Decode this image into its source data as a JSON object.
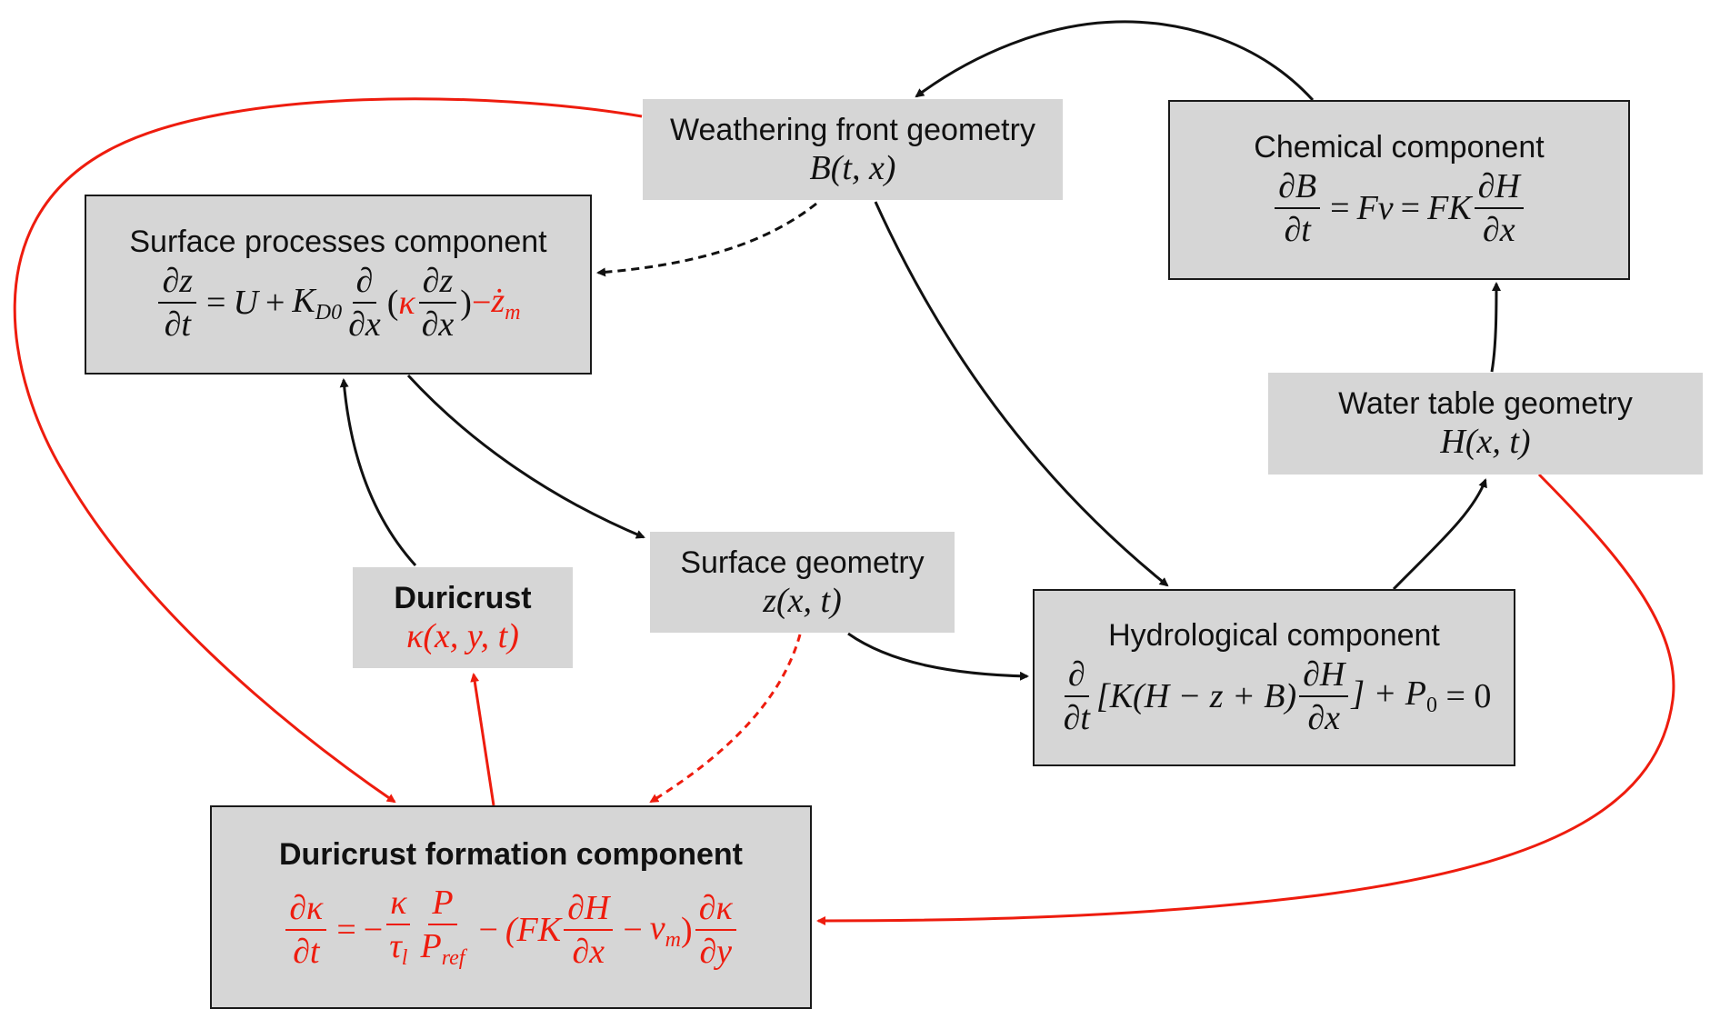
{
  "diagram": {
    "colors": {
      "box_fill": "#d6d6d6",
      "black": "#111111",
      "red": "#ee1c0e"
    },
    "nodes": {
      "weathering": {
        "title": "Weathering front geometry",
        "math": "B(t, x)"
      },
      "chemical": {
        "title": "Chemical component",
        "eq": {
          "lhs_num": "∂B",
          "lhs_den": "∂t",
          "eq1": "=",
          "mid": "Fv",
          "eq2": "=",
          "coef": "FK",
          "rhs_num": "∂H",
          "rhs_den": "∂x"
        }
      },
      "surface_processes": {
        "title": "Surface processes component",
        "eq": {
          "lhs_num": "∂z",
          "lhs_den": "∂t",
          "eq": "=",
          "u": "U",
          "plus": "+",
          "k": "K",
          "k_sub": "D0",
          "d_num": "∂",
          "d_den": "∂x",
          "open": "(",
          "kappa": "κ",
          "in_num": "∂z",
          "in_den": "∂x",
          "close": ")",
          "minus": "−",
          "zdot": "ż",
          "zdot_sub": "m"
        }
      },
      "water_table": {
        "title": "Water table geometry",
        "math": "H(x, t)"
      },
      "duricrust": {
        "title": "Duricrust",
        "math": "κ(x, y, t)"
      },
      "surface_geometry": {
        "title": "Surface geometry",
        "math": "z(x, t)"
      },
      "hydrological": {
        "title": "Hydrological component",
        "eq": {
          "d_num": "∂",
          "d_den": "∂t",
          "body": "[K(H − z + B)",
          "h_num": "∂H",
          "h_den": "∂x",
          "tail": "] + P",
          "p_sub": "0",
          "end": " = 0"
        }
      },
      "duricrust_formation": {
        "title": "Duricrust formation component",
        "eq": {
          "lhs_num": "∂κ",
          "lhs_den": "∂t",
          "eq": "=",
          "neg": "−",
          "k_num": "κ",
          "k_den": "τ",
          "k_den_sub": "l",
          "p_num": "P",
          "p_den": "P",
          "p_den_sub": "ref",
          "minus": "−",
          "open": "(FK",
          "h_num": "∂H",
          "h_den": "∂x",
          "minus2": "−",
          "v": "v",
          "v_sub": "m",
          "close": ")",
          "r_num": "∂κ",
          "r_den": "∂y"
        }
      }
    },
    "edges": [
      {
        "from": "chemical",
        "to": "weathering",
        "style": "solid",
        "color": "black"
      },
      {
        "from": "weathering",
        "to": "surface_processes",
        "style": "dashed",
        "color": "black"
      },
      {
        "from": "weathering",
        "to": "hydrological",
        "style": "solid",
        "color": "black"
      },
      {
        "from": "weathering",
        "to": "duricrust_formation",
        "style": "solid",
        "color": "red"
      },
      {
        "from": "water_table",
        "to": "chemical",
        "style": "solid",
        "color": "black"
      },
      {
        "from": "hydrological",
        "to": "water_table",
        "style": "solid",
        "color": "black"
      },
      {
        "from": "water_table",
        "to": "duricrust_formation",
        "style": "solid",
        "color": "red"
      },
      {
        "from": "surface_processes",
        "to": "surface_geometry",
        "style": "solid",
        "color": "black"
      },
      {
        "from": "duricrust",
        "to": "surface_processes",
        "style": "solid",
        "color": "black"
      },
      {
        "from": "surface_geometry",
        "to": "hydrological",
        "style": "solid",
        "color": "black"
      },
      {
        "from": "surface_geometry",
        "to": "duricrust_formation",
        "style": "dashed",
        "color": "red"
      },
      {
        "from": "duricrust_formation",
        "to": "duricrust",
        "style": "solid",
        "color": "red"
      }
    ]
  }
}
